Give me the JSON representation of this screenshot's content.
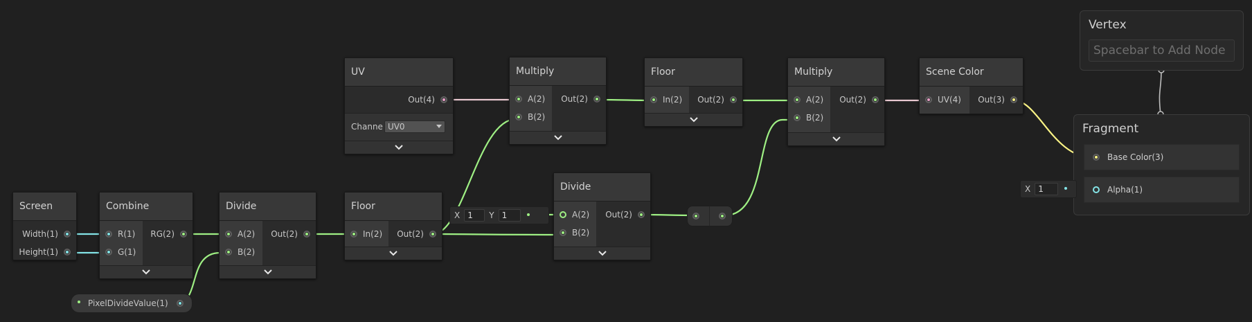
{
  "colors": {
    "background": "#202020",
    "wire_float": "#84e4e7",
    "wire_vec2": "#9ff084",
    "wire_vec4": "#fbf486",
    "wire_uv": "#e8c8d0",
    "wire_vertex": "#bebebe"
  },
  "nodes": {
    "screen": {
      "title": "Screen",
      "out1": "Width(1)",
      "out2": "Height(1)"
    },
    "combine": {
      "title": "Combine",
      "in1": "R(1)",
      "in2": "G(1)",
      "out1": "RG(2)"
    },
    "divide1": {
      "title": "Divide",
      "in1": "A(2)",
      "in2": "B(2)",
      "out1": "Out(2)"
    },
    "floor1": {
      "title": "Floor",
      "in1": "In(2)",
      "out1": "Out(2)"
    },
    "uv": {
      "title": "UV",
      "out1": "Out(4)",
      "channel_label": "Channe",
      "channel_value": "UV0"
    },
    "multiply1": {
      "title": "Multiply",
      "in1": "A(2)",
      "in2": "B(2)",
      "out1": "Out(2)"
    },
    "floor2": {
      "title": "Floor",
      "in1": "In(2)",
      "out1": "Out(2)"
    },
    "divide2": {
      "title": "Divide",
      "in1": "A(2)",
      "in2": "B(2)",
      "out1": "Out(2)"
    },
    "multiply2": {
      "title": "Multiply",
      "in1": "A(2)",
      "in2": "B(2)",
      "out1": "Out(2)"
    },
    "scene_color": {
      "title": "Scene Color",
      "in1": "UV(4)",
      "out1": "Out(3)"
    }
  },
  "property": {
    "label": "PixelDivideValue(1)"
  },
  "inline_vec2": {
    "x_label": "X",
    "x_value": "1",
    "y_label": "Y",
    "y_value": "1"
  },
  "inline_alpha": {
    "x_label": "X",
    "x_value": "1"
  },
  "vertex": {
    "title": "Vertex",
    "placeholder": "Spacebar to Add Node"
  },
  "fragment": {
    "title": "Fragment",
    "slot1": "Base Color(3)",
    "slot2": "Alpha(1)"
  }
}
